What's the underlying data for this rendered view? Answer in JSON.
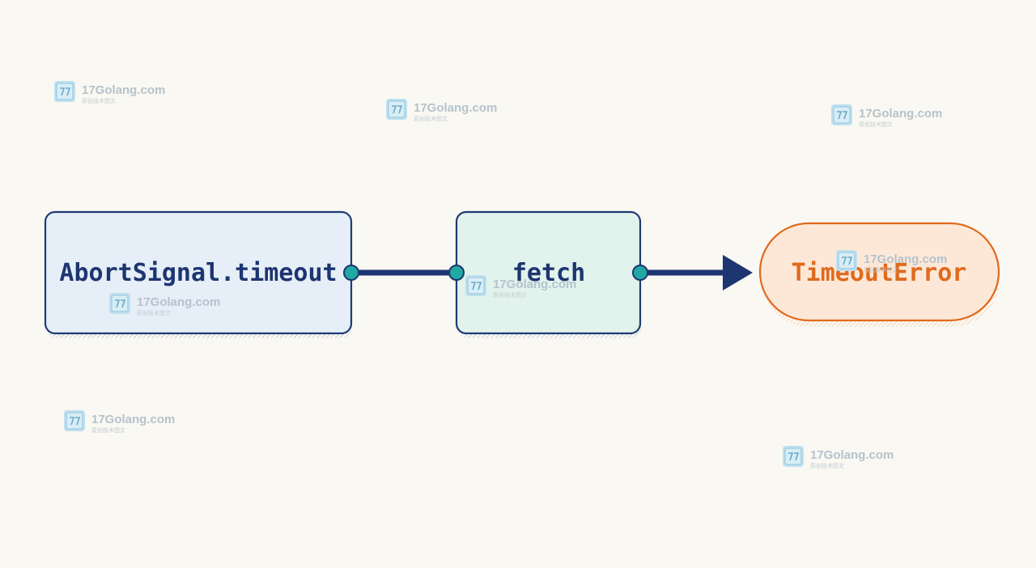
{
  "diagram": {
    "nodes": [
      {
        "id": "abort",
        "label": "AbortSignal.timeout",
        "shape": "rect",
        "fill": "#e6eef8",
        "stroke": "#1f3b73",
        "text_color": "#1d3570"
      },
      {
        "id": "fetch",
        "label": "fetch",
        "shape": "rect",
        "fill": "#e2f2ec",
        "stroke": "#1f3b73",
        "text_color": "#1d3570"
      },
      {
        "id": "error",
        "label": "TimeoutError",
        "shape": "pill",
        "fill": "#fde8d8",
        "stroke": "#e06a1c",
        "text_color": "#e06a1c"
      }
    ],
    "edges": [
      {
        "from": "abort",
        "to": "fetch",
        "style": "connector",
        "color": "#1d3570",
        "port_color": "#20a9a2"
      },
      {
        "from": "fetch",
        "to": "error",
        "style": "arrow",
        "color": "#1d3570",
        "port_color": "#20a9a2"
      }
    ]
  },
  "watermark": {
    "title": "17Golang.com",
    "subtitle": "原创技术图文",
    "icon": "17golang-logo-icon"
  }
}
